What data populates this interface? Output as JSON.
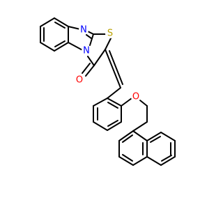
{
  "molecule": {
    "atoms": [
      {
        "id": "N_imine",
        "symbol": "N",
        "color": "#0000ff"
      },
      {
        "id": "S",
        "symbol": "S",
        "color": "#b8a000"
      },
      {
        "id": "N_ring",
        "symbol": "N",
        "color": "#0000ff"
      },
      {
        "id": "O_keto",
        "symbol": "O",
        "color": "#ff0000"
      },
      {
        "id": "O_ether",
        "symbol": "O",
        "color": "#ff0000"
      }
    ]
  }
}
